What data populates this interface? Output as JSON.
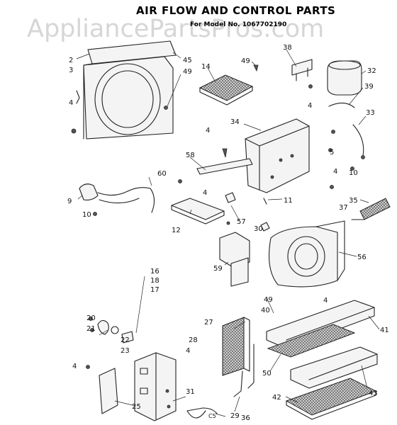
{
  "header": {
    "watermark": "AppliancePartsPros.com",
    "title": "AIR FLOW AND CONTROL PARTS",
    "subtitle": "For Model No. 1067702190"
  },
  "callouts": [
    "2",
    "3",
    "4",
    "45",
    "49",
    "14",
    "49",
    "38",
    "32",
    "39",
    "33",
    "4",
    "34",
    "4",
    "58",
    "5",
    "10",
    "60",
    "4",
    "4",
    "9",
    "10",
    "12",
    "57",
    "11",
    "30",
    "35",
    "37",
    "59",
    "56",
    "16",
    "18",
    "17",
    "20",
    "21",
    "22",
    "23",
    "4",
    "28",
    "4",
    "27",
    "40",
    "49",
    "4",
    "41",
    "50",
    "29",
    "31",
    "25",
    "36",
    "43",
    "42"
  ],
  "footer": {
    "code": "C5"
  }
}
